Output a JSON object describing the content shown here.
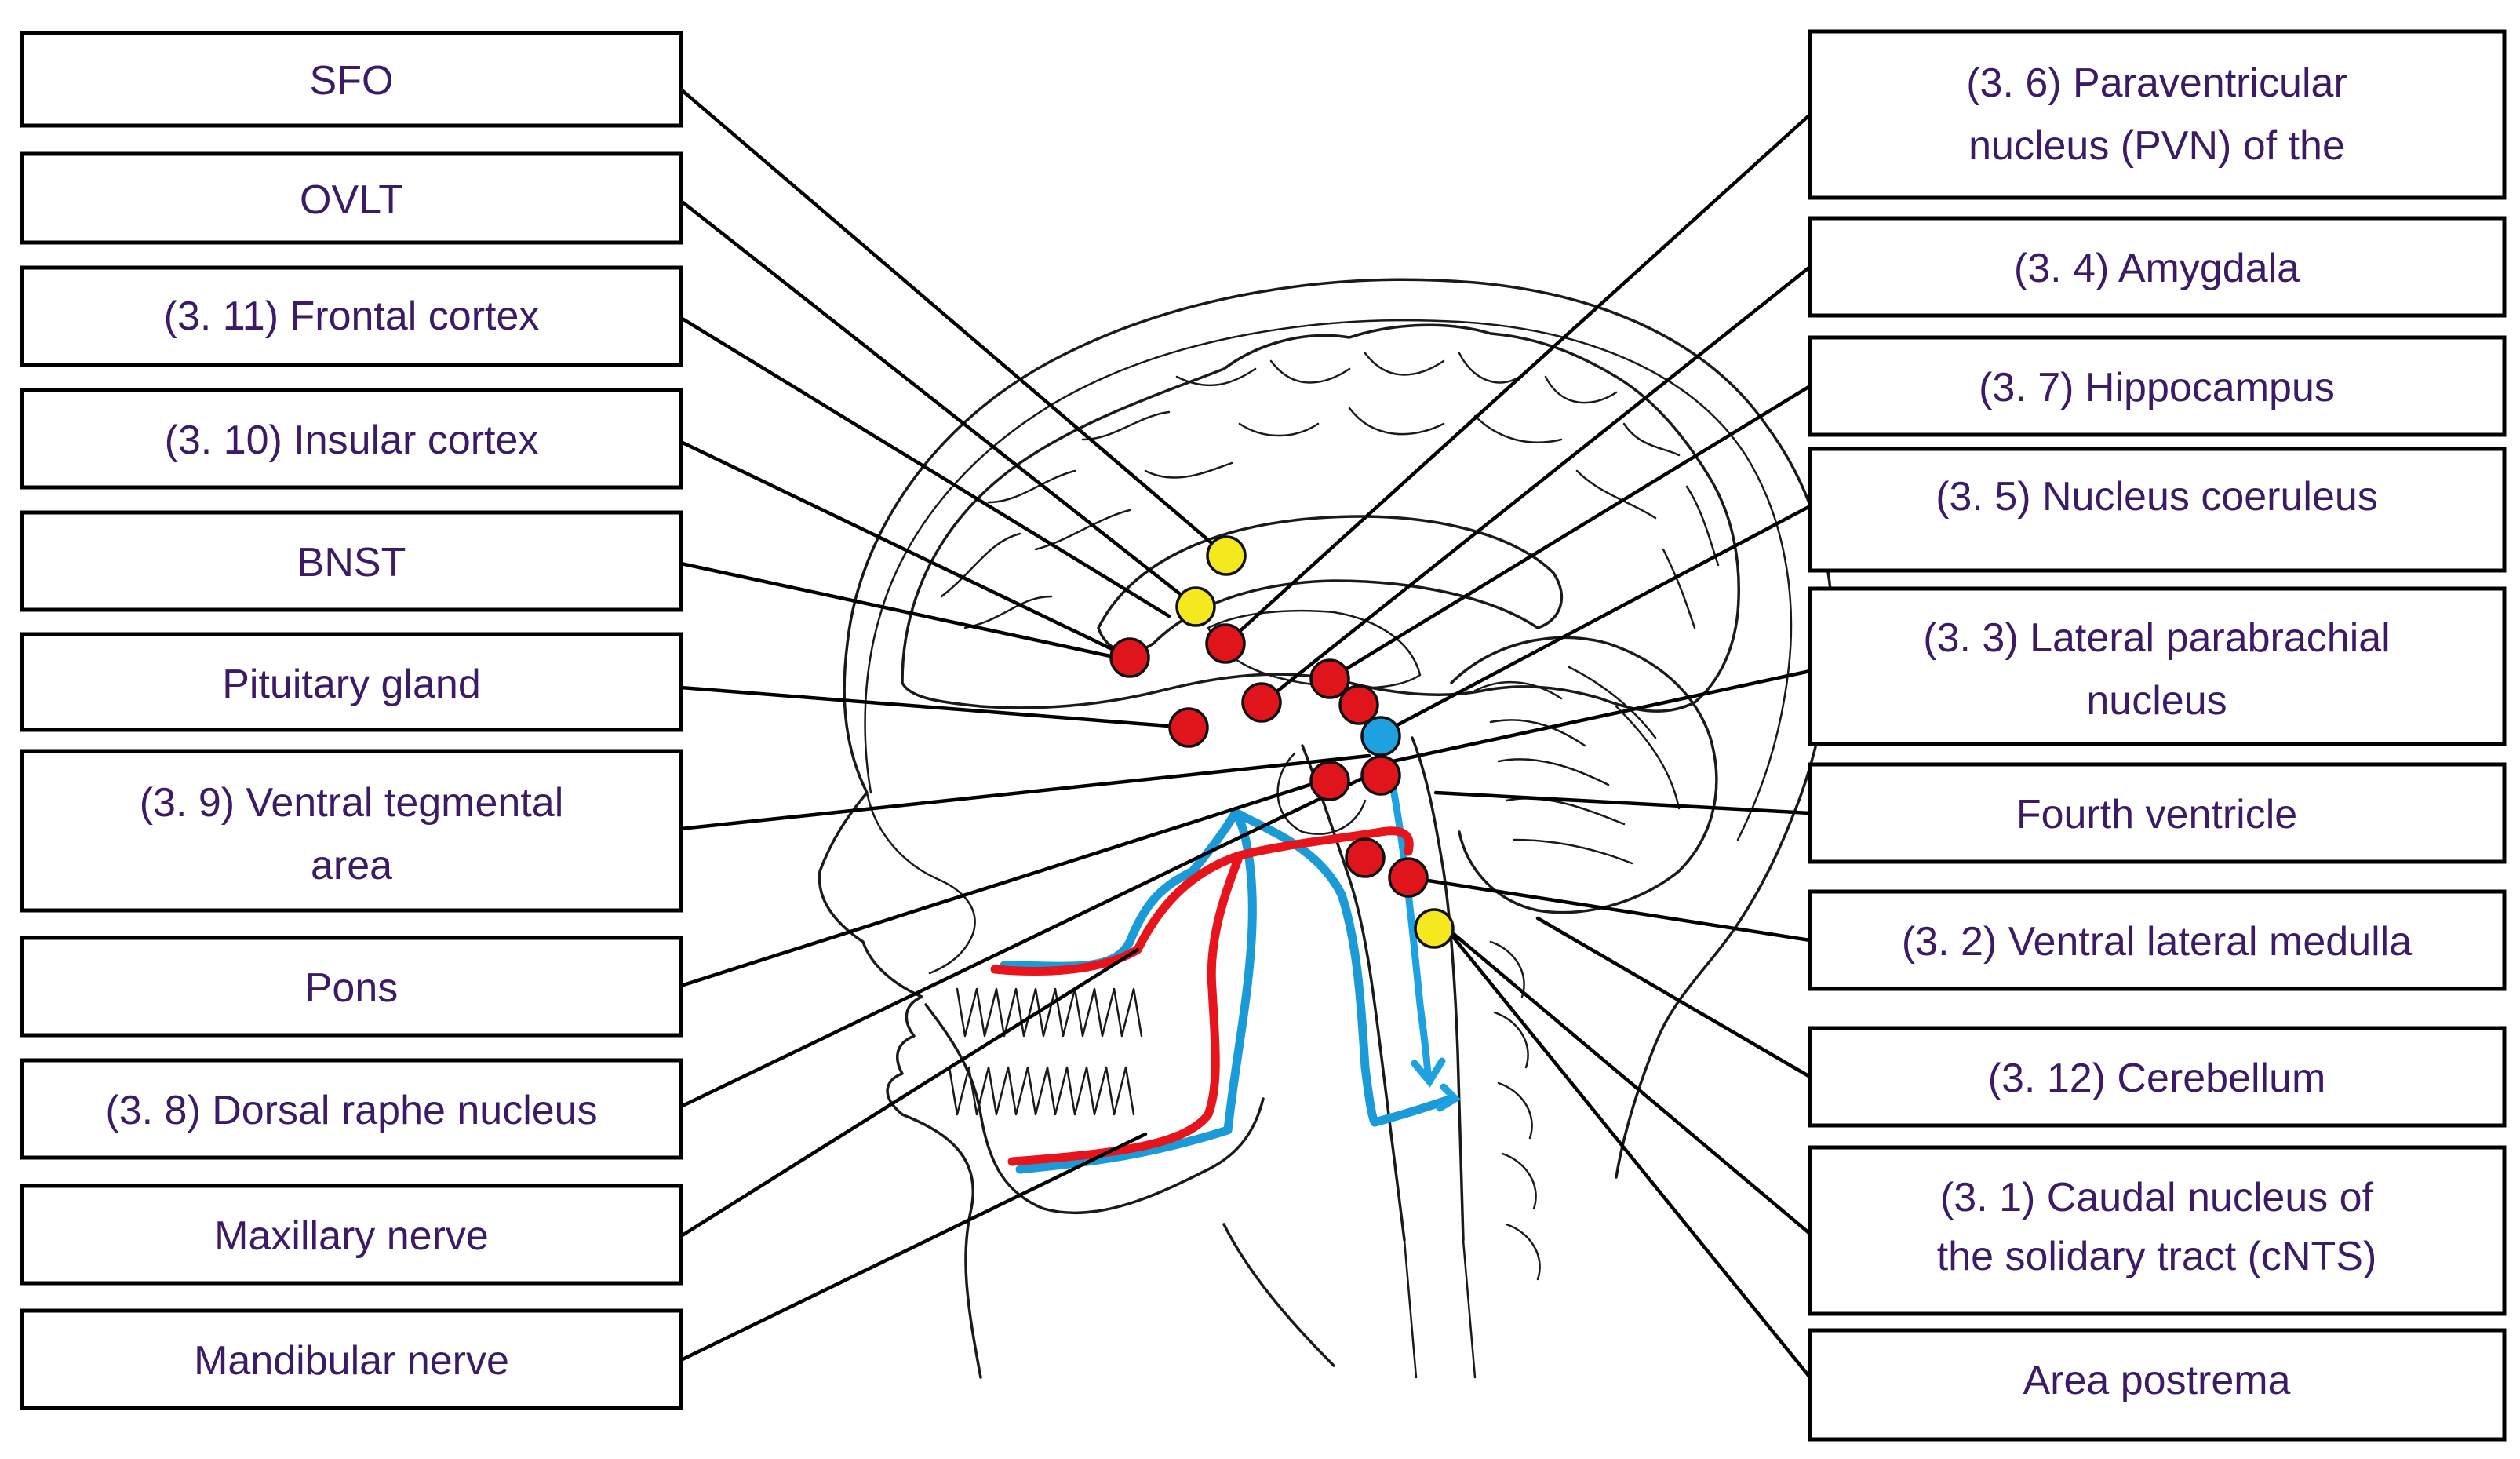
{
  "colors": {
    "label_text": "#3b1a66",
    "red_dot": "#e0141b",
    "yellow_dot": "#f4e81e",
    "blue_dot": "#1da1e0",
    "red_pathway": "#e8141c",
    "blue_pathway": "#1a9ad6"
  },
  "left_labels": [
    {
      "lines": [
        "SFO"
      ]
    },
    {
      "lines": [
        "OVLT"
      ]
    },
    {
      "lines": [
        "(3. 11) Frontal cortex"
      ]
    },
    {
      "lines": [
        "(3. 10) Insular cortex"
      ]
    },
    {
      "lines": [
        "BNST"
      ]
    },
    {
      "lines": [
        "Pituitary gland"
      ]
    },
    {
      "lines": [
        "(3. 9) Ventral tegmental",
        "area"
      ]
    },
    {
      "lines": [
        "Pons"
      ]
    },
    {
      "lines": [
        "(3. 8) Dorsal raphe nucleus"
      ]
    },
    {
      "lines": [
        "Maxillary nerve"
      ]
    },
    {
      "lines": [
        "Mandibular nerve"
      ]
    }
  ],
  "right_labels": [
    {
      "lines": [
        "(3. 6) Paraventricular",
        "nucleus (PVN) of the"
      ]
    },
    {
      "lines": [
        "(3. 4) Amygdala"
      ]
    },
    {
      "lines": [
        "(3. 7) Hippocampus"
      ]
    },
    {
      "lines": [
        "(3. 5) Nucleus coeruleus"
      ]
    },
    {
      "lines": [
        "(3. 3) Lateral parabrachial",
        "nucleus"
      ]
    },
    {
      "lines": [
        "Fourth ventricle"
      ]
    },
    {
      "lines": [
        "(3. 2) Ventral lateral medulla"
      ]
    },
    {
      "lines": [
        "(3. 12) Cerebellum"
      ]
    },
    {
      "lines": [
        "(3. 1) Caudal nucleus of",
        "the solidary tract (cNTS)"
      ]
    },
    {
      "lines": [
        "Area postrema"
      ]
    }
  ],
  "markers": [
    {
      "id": "sfo",
      "color": "yellow"
    },
    {
      "id": "ovlt",
      "color": "yellow"
    },
    {
      "id": "frontal-insular",
      "color": "red"
    },
    {
      "id": "pvn",
      "color": "red"
    },
    {
      "id": "pituitary",
      "color": "red"
    },
    {
      "id": "bnst",
      "color": "red"
    },
    {
      "id": "amygdala",
      "color": "red"
    },
    {
      "id": "hippocampus",
      "color": "red"
    },
    {
      "id": "nucleus-coeruleus",
      "color": "blue"
    },
    {
      "id": "vta",
      "color": "red"
    },
    {
      "id": "parabrachial",
      "color": "red"
    },
    {
      "id": "dorsal-raphe",
      "color": "red"
    },
    {
      "id": "vlm",
      "color": "red"
    },
    {
      "id": "area-postrema",
      "color": "yellow"
    }
  ]
}
